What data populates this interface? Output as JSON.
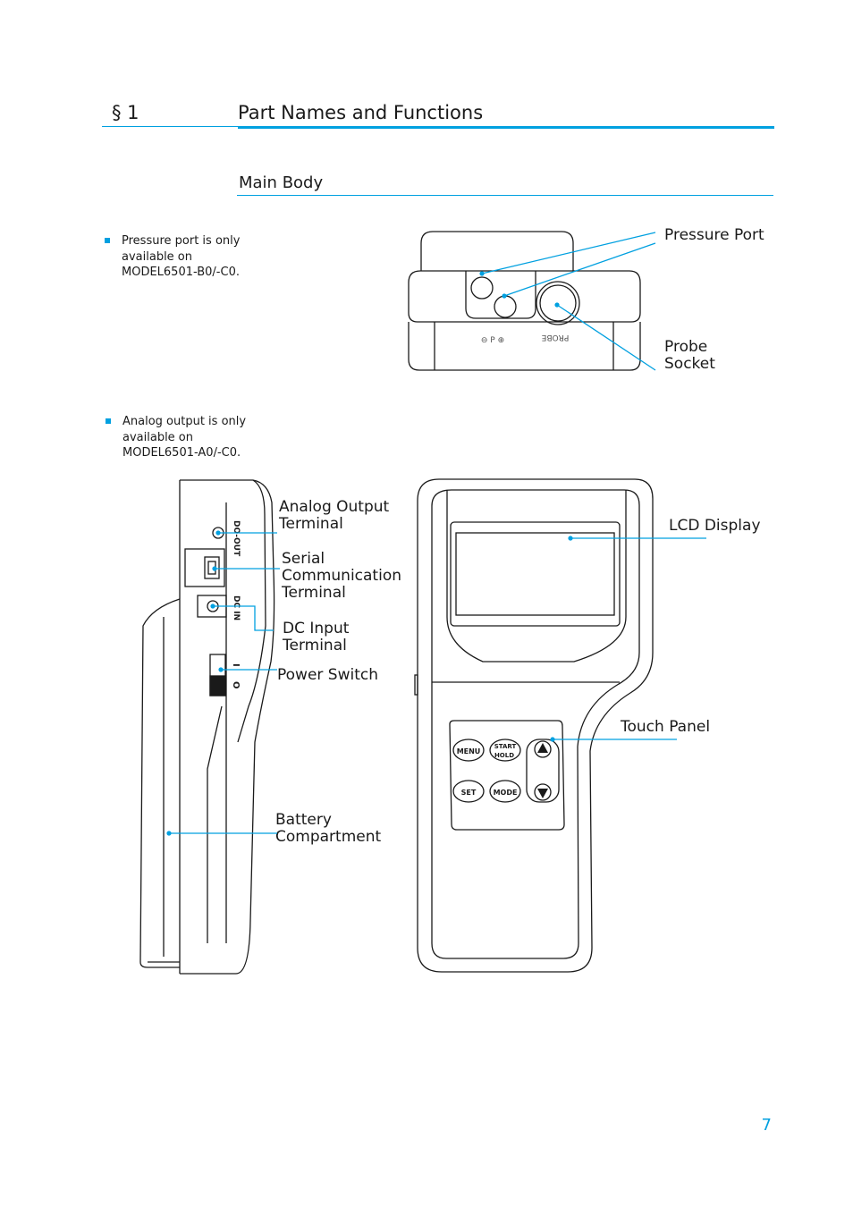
{
  "header": {
    "section_number": "§ 1",
    "section_title": "Part Names and Functions"
  },
  "subsection": {
    "title": "Main Body"
  },
  "notes": [
    {
      "lines": [
        "Pressure port is only",
        "available on",
        "MODEL6501-B0/-C0."
      ]
    },
    {
      "lines": [
        "Analog output is only",
        "available on",
        "MODEL6501-A0/-C0."
      ]
    }
  ],
  "callouts": {
    "pressure_port": "Pressure Port",
    "probe_socket": [
      "Probe",
      "Socket"
    ],
    "analog_output": [
      "Analog Output",
      "Terminal"
    ],
    "serial_comm": [
      "Serial",
      "Communication",
      "Terminal"
    ],
    "dc_input": [
      "DC Input",
      "Terminal"
    ],
    "power_switch": "Power Switch",
    "battery": [
      "Battery",
      "Compartment"
    ],
    "lcd_display": "LCD Display",
    "touch_panel": "Touch Panel"
  },
  "device_labels": {
    "top_ports": "⊖ P ⊕",
    "probe": "PROBE",
    "side_do_out": "DO-OUT",
    "side_dc_in": "DC IN",
    "side_i": "I",
    "side_o": "O"
  },
  "keys": {
    "menu": "MENU",
    "start": "START",
    "hold": "HOLD",
    "set": "SET",
    "mode": "MODE"
  },
  "colors": {
    "accent": "#00a0e0",
    "line": "#1a1a1a"
  },
  "page_number": "7"
}
